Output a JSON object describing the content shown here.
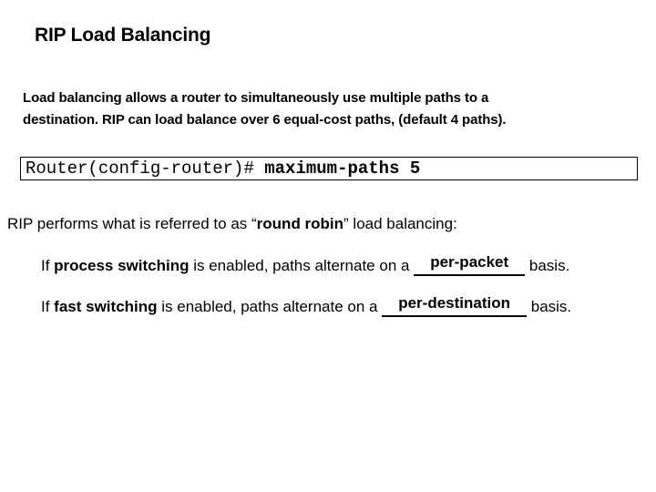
{
  "slide": {
    "title": "RIP Load Balancing",
    "intro": {
      "line1": "Load balancing allows a router to simultaneously use multiple paths to a",
      "line2": "destination. RIP can load balance over 6 equal-cost paths, (default 4 paths)."
    },
    "command_box": {
      "prompt": "Router(config-router)# ",
      "command": "maximum-paths 5"
    },
    "round_robin": {
      "pre": "RIP performs what is referred to as “",
      "bold": "round robin",
      "post": "” load balancing:"
    },
    "bullets": [
      {
        "pre": "If ",
        "bold": "process switching",
        "mid": " is enabled, paths alternate on a ",
        "answer": "per-packet",
        "post": " basis."
      },
      {
        "pre": "If ",
        "bold": "fast switching",
        "mid": " is enabled, paths alternate on a ",
        "answer": "per-destination",
        "post": " basis."
      }
    ]
  },
  "colors": {
    "background": "#ffffff",
    "text": "#000000",
    "box_border": "#000000"
  }
}
